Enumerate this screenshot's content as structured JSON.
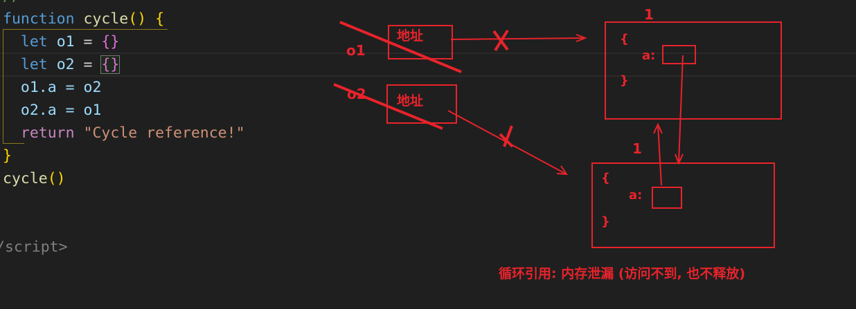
{
  "editor": {
    "lines": [
      {
        "comment": "//"
      },
      {
        "kw": "function",
        "name": "cycle",
        "rest": "() {"
      },
      {
        "kw": "let",
        "var": "o1",
        "op": " = ",
        "obj": "{}"
      },
      {
        "kw": "let",
        "var": "o2",
        "op": " = ",
        "obj": "{}"
      },
      {
        "text": "o1.a = o2"
      },
      {
        "text": "o2.a = o1"
      },
      {
        "kw": "return",
        "str": "\"Cycle reference!\""
      },
      {
        "text": "}"
      },
      {
        "name": "cycle",
        "rest": "()"
      },
      {
        "text": "/script>"
      }
    ]
  },
  "annotation": {
    "color": "#e8232b",
    "label_o1": "o1",
    "label_o2": "o2",
    "address_1": "地址",
    "address_2": "地址",
    "count_top": "1",
    "count_bottom": "1",
    "obj_open": "{",
    "obj_close": "}",
    "obj_prop": "a:",
    "caption": "循环引用: 内存泄漏 (访问不到, 也不释放)"
  }
}
